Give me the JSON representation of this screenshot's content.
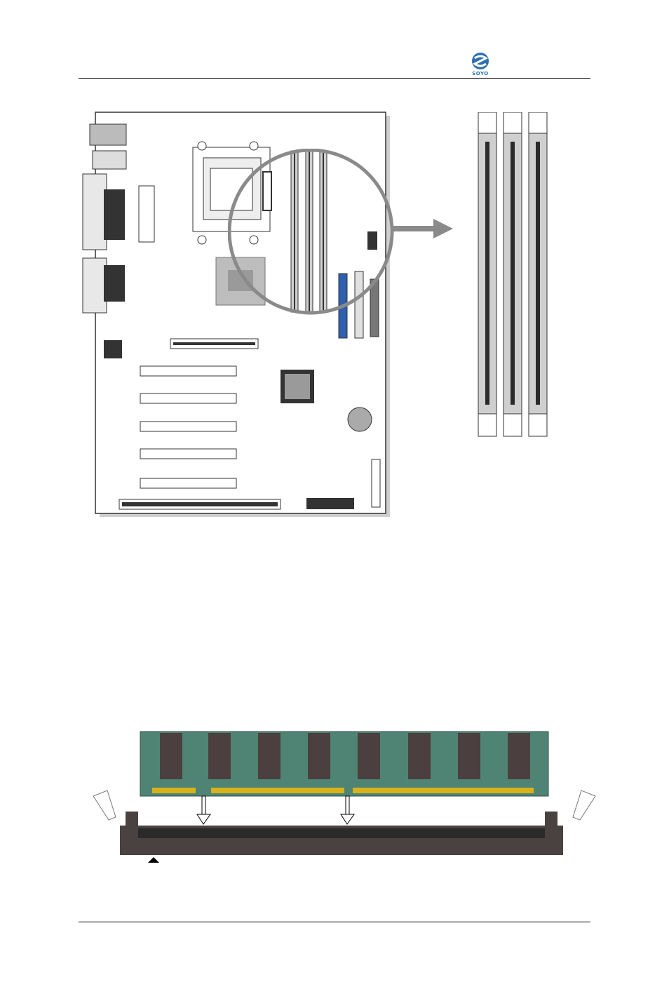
{
  "header": {
    "logo": {
      "text": "SOYO",
      "icon": "soyo-logo-icon",
      "color": "#2f6fb0"
    }
  },
  "colors": {
    "board_outline": "#333333",
    "ide_primary": "#2f5fae",
    "dimm_slot": "#cfcfcf",
    "dimm_slot_dark": "#2a2a2a",
    "zoom_circle": "#8a8a8a",
    "module_pcb": "#4f8474",
    "module_chip": "#4b3f3f",
    "module_contacts": "#d8b21a",
    "socket_body": "#4a4240"
  },
  "figures": {
    "board": {
      "icon": "motherboard-layout-icon",
      "dimm_slots": 3,
      "pci_slots": 5,
      "agp_slots": 1
    },
    "zoom": {
      "icon": "magnify-circle-icon",
      "arrow": "arrow-right-icon"
    },
    "dimm_detail": {
      "icon": "dimm-slots-closeup-icon",
      "slots": 3
    },
    "insertion": {
      "icon": "dimm-insertion-icon",
      "module_chips": 8,
      "key_notches": 2
    }
  }
}
